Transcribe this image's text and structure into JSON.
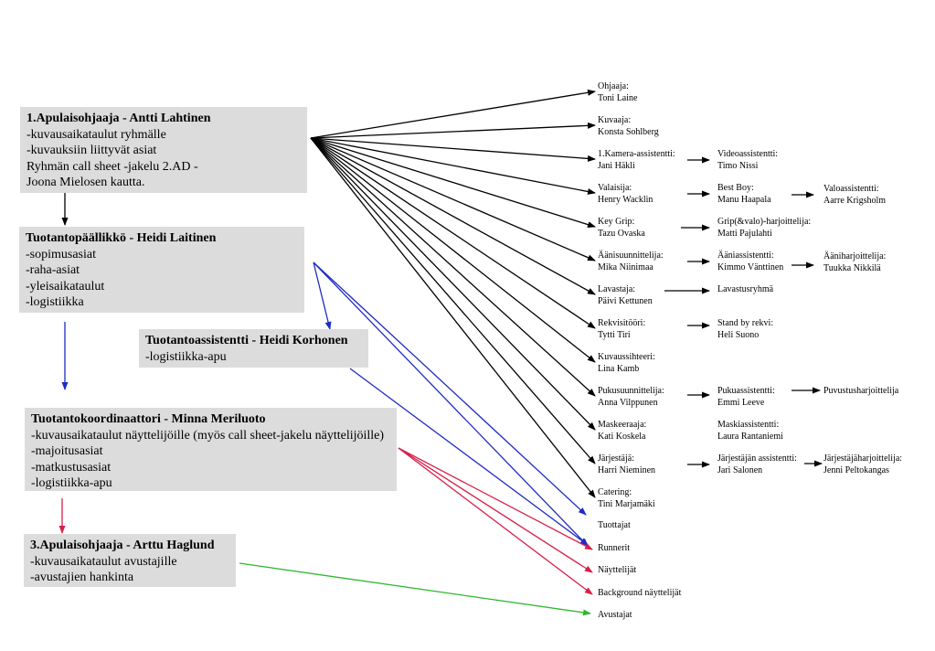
{
  "boxes": {
    "ap1": {
      "title": "1.Apulaisohjaaja - Antti Lahtinen",
      "lines": [
        "-kuvausaikataulut ryhmälle",
        "-kuvauksiin liittyvät asiat",
        "Ryhmän call sheet -jakelu 2.AD -",
        "Joona Mielosen kautta."
      ]
    },
    "tp": {
      "title": "Tuotantopäällikkö - Heidi Laitinen",
      "lines": [
        "-sopimusasiat",
        "-raha-asiat",
        "-yleisaikataulut",
        "-logistiikka"
      ]
    },
    "ta": {
      "title": "Tuotantoassistentti - Heidi Korhonen",
      "lines": [
        "-logistiikka-apu"
      ]
    },
    "tk": {
      "title": "Tuotantokoordinaattori - Minna Meriluoto",
      "lines": [
        "-kuvausaikataulut näyttelijöille (myös call sheet-jakelu näyttelijöille)",
        "-majoitusasiat",
        "-matkustusasiat",
        "-logistiikka-apu"
      ]
    },
    "ap3": {
      "title": "3.Apulaisohjaaja - Arttu Haglund",
      "lines": [
        "-kuvausaikataulut avustajille",
        "-avustajien hankinta"
      ]
    }
  },
  "col1": [
    {
      "role": "Ohjaaja:",
      "name": "Toni Laine"
    },
    {
      "role": "Kuvaaja:",
      "name": "Konsta Sohlberg"
    },
    {
      "role": "1.Kamera-assistentti:",
      "name": "Jani Häkli"
    },
    {
      "role": "Valaisija:",
      "name": "Henry Wacklin"
    },
    {
      "role": "Key Grip:",
      "name": "Tazu Ovaska"
    },
    {
      "role": "Äänisuunnittelija:",
      "name": "Mika Niinimaa"
    },
    {
      "role": "Lavastaja:",
      "name": "Päivi Kettunen"
    },
    {
      "role": "Rekvisitööri:",
      "name": "Tytti Tiri"
    },
    {
      "role": "Kuvaussihteeri:",
      "name": "Lina Kamb"
    },
    {
      "role": "Pukusuunnittelija:",
      "name": "Anna Vilppunen"
    },
    {
      "role": "Maskeeraaja:",
      "name": "Kati Koskela"
    },
    {
      "role": "Järjestäjä:",
      "name": "Harri Nieminen"
    },
    {
      "role": "Catering:",
      "name": "Tini Marjamäki"
    }
  ],
  "groups": [
    "Tuottajat",
    "Runnerit",
    "Näyttelijät",
    "Background näyttelijät",
    "Avustajat"
  ],
  "col2": [
    {
      "role": "Videoassistentti:",
      "name": "Timo Nissi"
    },
    {
      "role": "Best Boy:",
      "name": "Manu Haapala"
    },
    {
      "role": "Grip(&valo)-harjoittelija:",
      "name": "Matti Pajulahti"
    },
    {
      "role": "Ääniassistentti:",
      "name": "Kimmo Vänttinen"
    },
    {
      "role": "Lavastusryhmä",
      "name": ""
    },
    {
      "role": "Stand by rekvi:",
      "name": "Heli Suono"
    },
    {
      "role": "Pukuassistentti:",
      "name": "Emmi Leeve"
    },
    {
      "role": "Maskiassistentti:",
      "name": "Laura Rantaniemi"
    },
    {
      "role": "Järjestäjän assistentti:",
      "name": "Jari Salonen"
    }
  ],
  "col3": [
    {
      "role": "Valoassistentti:",
      "name": "Aarre Krigsholm"
    },
    {
      "role": "Ääniharjoittelija:",
      "name": "Tuukka Nikkilä"
    },
    {
      "role": "Puvustusharjoittelija",
      "name": ""
    },
    {
      "role": "Järjestäjäharjoittelija:",
      "name": "Jenni Peltokangas"
    }
  ],
  "colors": {
    "black": "#000000",
    "blue": "#1f2bc4",
    "red": "#d6204a",
    "green": "#2eb82e",
    "box": "#dcdcdc"
  }
}
